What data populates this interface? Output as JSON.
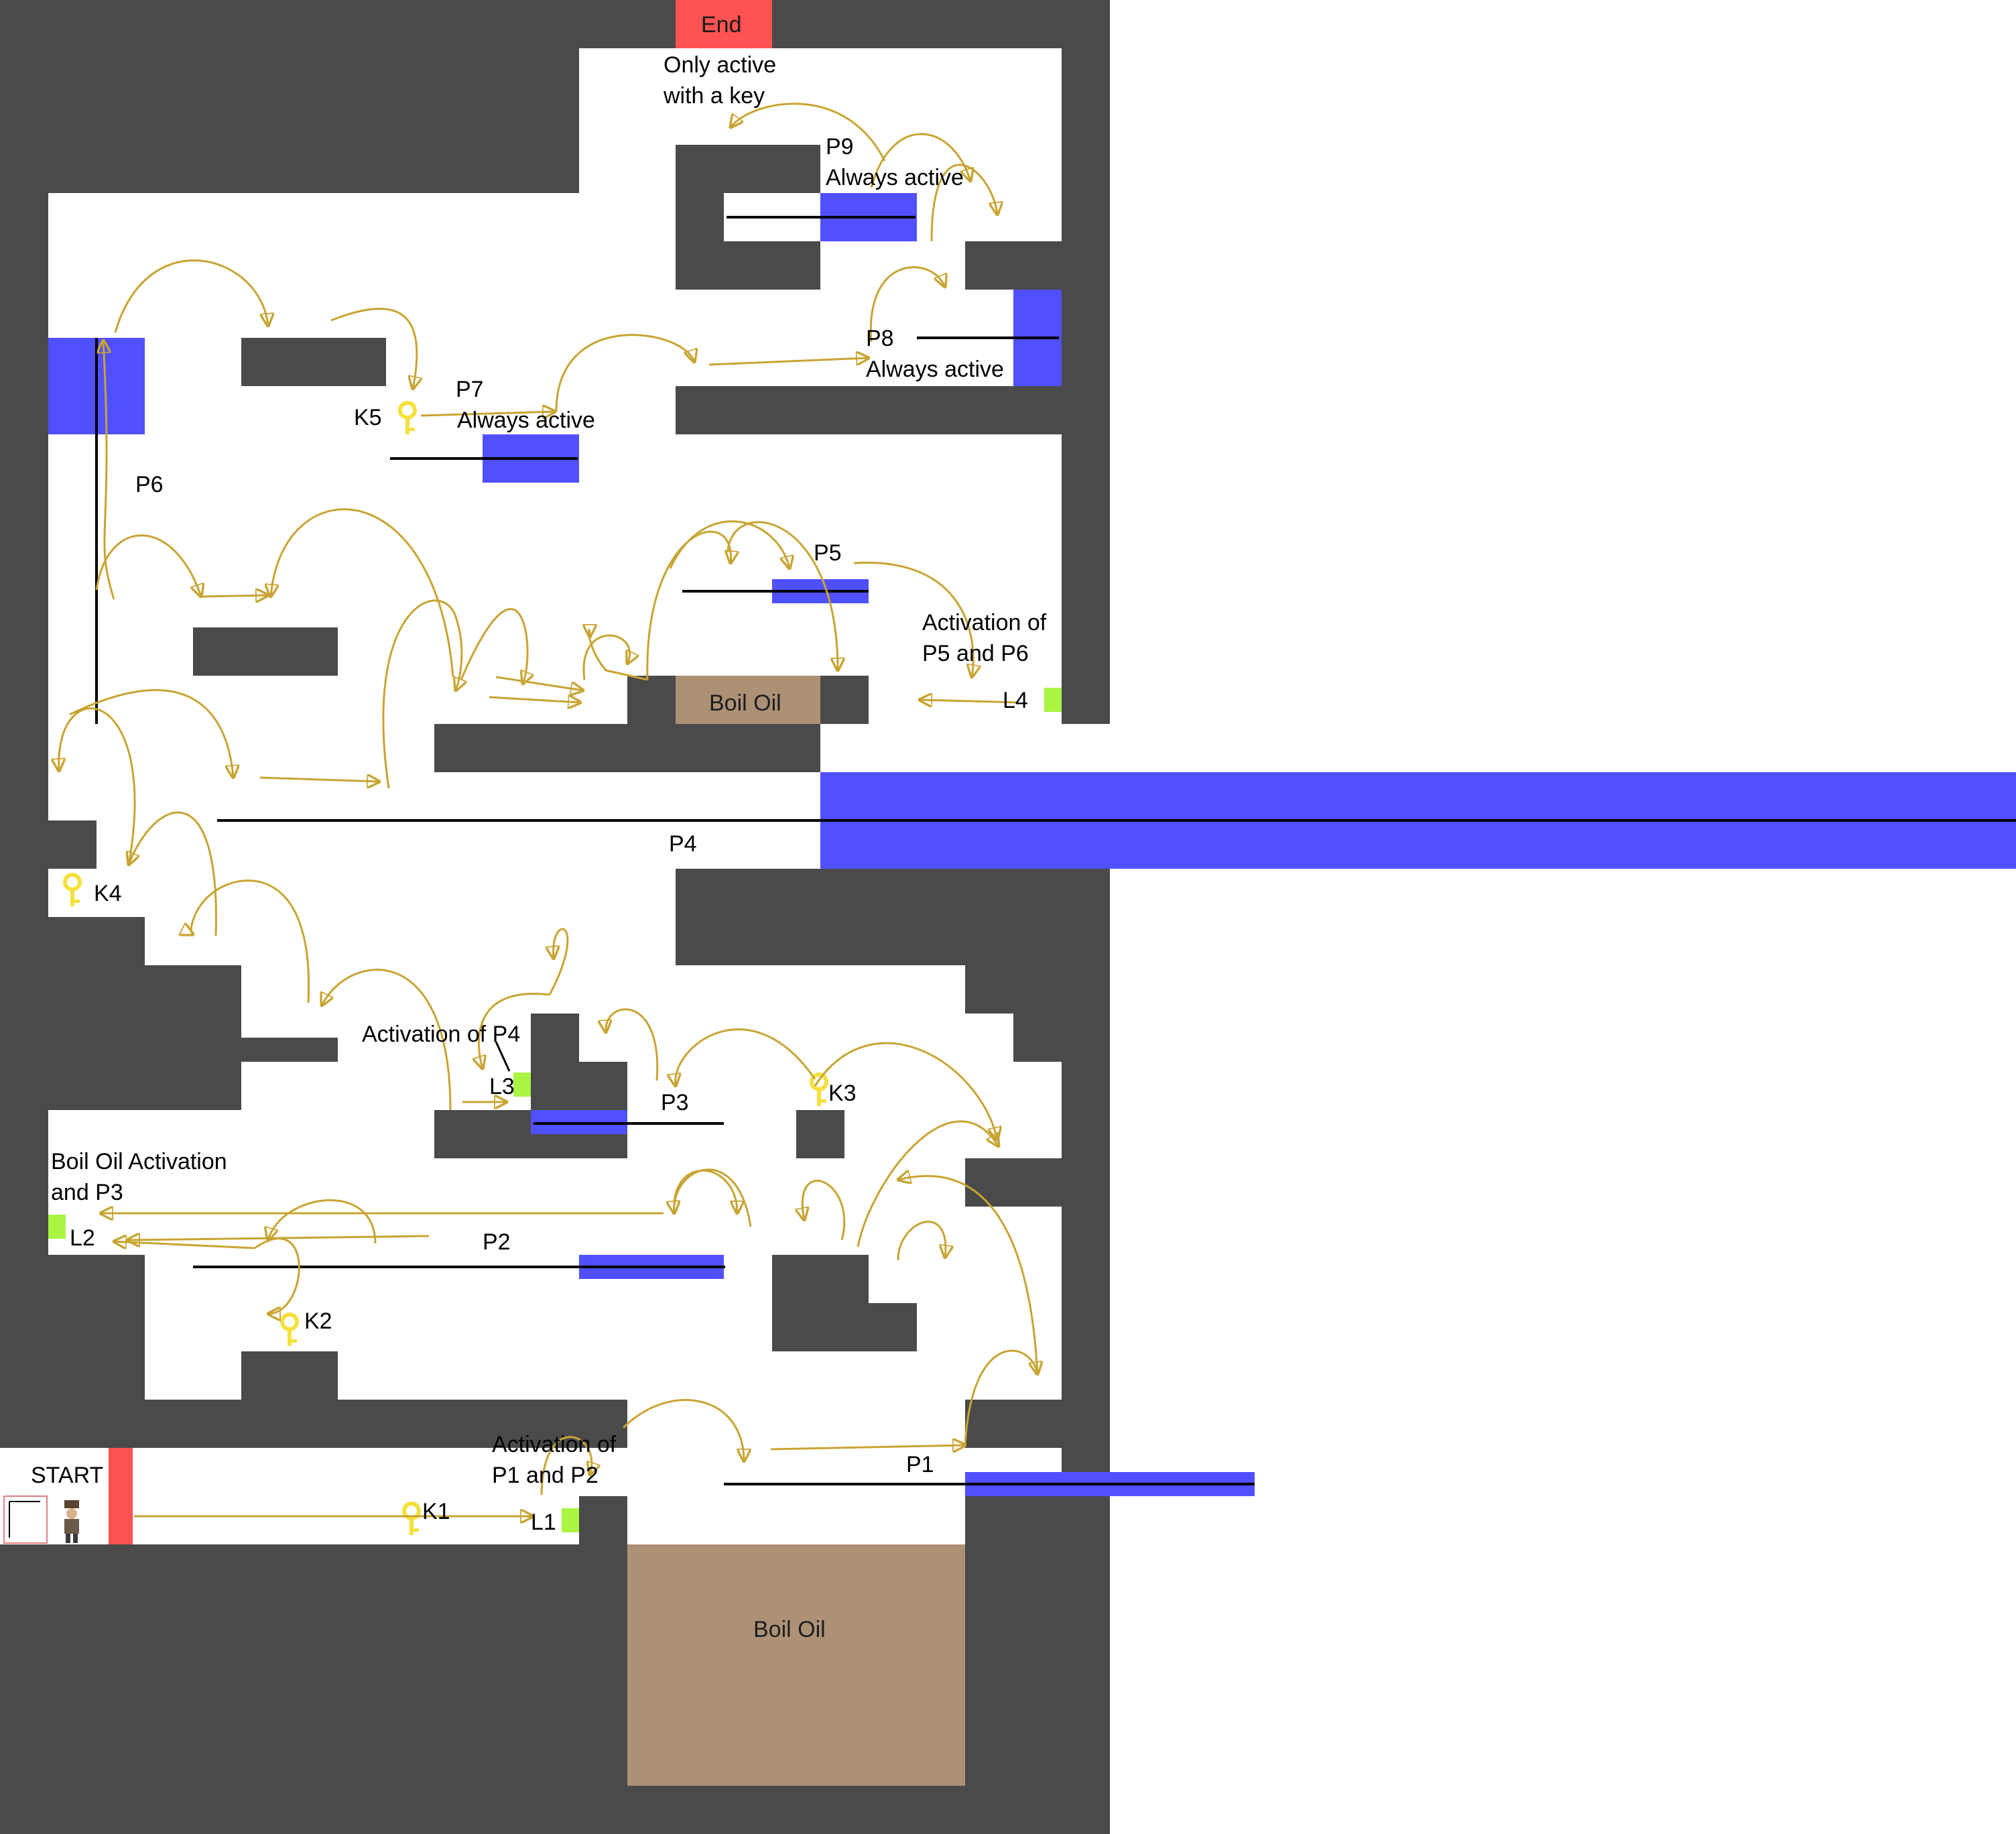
{
  "colors": {
    "wall": "#4a4a4a",
    "floor": "#ffffff",
    "platform": "#5050ff",
    "boil_oil": "#ad9175",
    "lever": "#a9f542",
    "start_end_door": "#ff5252",
    "key": "#f5e13c",
    "path_arrow": "#c8a432",
    "rail": "#000000"
  },
  "labels": {
    "end": "End",
    "start": "START",
    "only_active_line1": "Only active",
    "only_active_line2": "with a key",
    "p9": "P9",
    "p9_note": "Always active",
    "p8": "P8",
    "p8_note": "Always active",
    "p7": "P7",
    "p7_note": "Always active",
    "k5": "K5",
    "p6": "P6",
    "p5": "P5",
    "activation_p5_p6_line1": "Activation of",
    "activation_p5_p6_line2": "P5 and P6",
    "l4": "L4",
    "boil_oil_upper": "Boil Oil",
    "p4": "P4",
    "k4": "K4",
    "activation_p4": "Activation of P4",
    "l3": "L3",
    "p3": "P3",
    "k3": "K3",
    "boil_oil_activation_line1": "Boil Oil Activation",
    "boil_oil_activation_line2": "and P3",
    "l2": "L2",
    "p2": "P2",
    "k2": "K2",
    "activation_p1_p2_line1": "Activation of",
    "activation_p1_p2_line2": "P1 and P2",
    "p1": "P1",
    "k1": "K1",
    "l1": "L1",
    "boil_oil_lower": "Boil Oil"
  },
  "icons": {
    "key": "key-icon",
    "player": "player-character-icon",
    "legend": "legend-thumbnail-icon"
  }
}
